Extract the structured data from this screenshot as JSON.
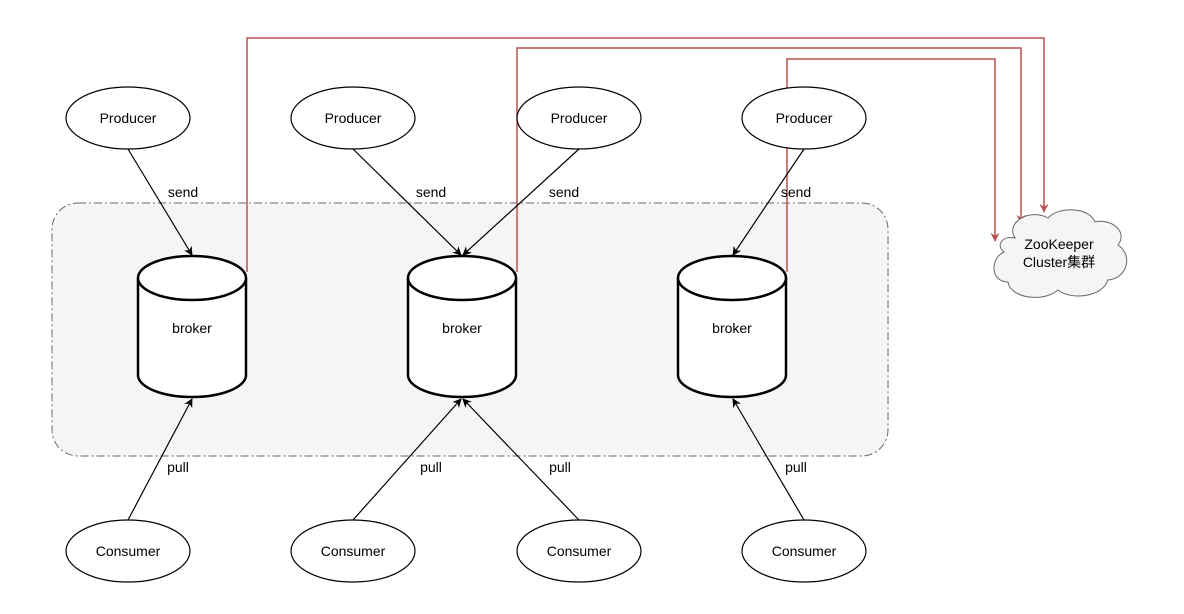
{
  "producers": [
    {
      "label": "Producer"
    },
    {
      "label": "Producer"
    },
    {
      "label": "Producer"
    },
    {
      "label": "Producer"
    }
  ],
  "consumers": [
    {
      "label": "Consumer"
    },
    {
      "label": "Consumer"
    },
    {
      "label": "Consumer"
    },
    {
      "label": "Consumer"
    }
  ],
  "brokers": [
    {
      "label": "broker"
    },
    {
      "label": "broker"
    },
    {
      "label": "broker"
    }
  ],
  "edges": {
    "send_label": "send",
    "pull_label": "pull"
  },
  "zookeeper": {
    "line1": "ZooKeeper",
    "line2": "Cluster集群"
  },
  "colors": {
    "zk_connection": "#b85450",
    "cluster_fill": "#f5f5f5",
    "cluster_border": "#666666",
    "cloud_fill": "#f5f5f5",
    "stroke": "#000000"
  }
}
